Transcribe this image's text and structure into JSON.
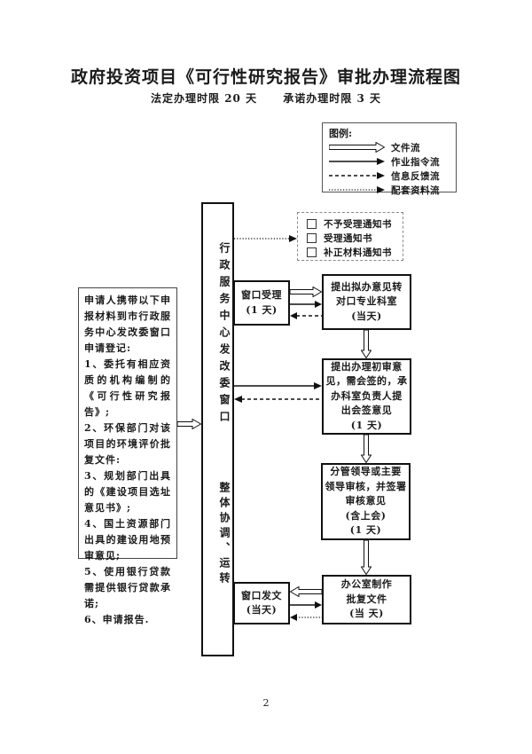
{
  "page": {
    "title": "政府投资项目《可行性研究报告》审批办理流程图",
    "subtitle_left": "法定办理时限 20 天",
    "subtitle_right": "承诺办理时限 3 天",
    "page_number": "2"
  },
  "legend": {
    "title": "图例:",
    "items": [
      {
        "label": "文件流",
        "style": "hollow"
      },
      {
        "label": "作业指令流",
        "style": "solid"
      },
      {
        "label": "信息反馈流",
        "style": "dashed"
      },
      {
        "label": "配套资料流",
        "style": "dotted"
      }
    ]
  },
  "notices": {
    "items": [
      "不予受理通知书",
      "受理通知书",
      "补正材料通知书"
    ]
  },
  "applicant_box": {
    "lines": [
      "申请人携带以下申报材料到市行政服务中心发改委窗口申请登记:",
      "1、委托有相应资质的机构编制的《可行性研究报告》;",
      "2、环保部门对该项目的环境评价批复文件:",
      "3、规划部门出具的《建设项目选址意见书》;",
      "4、国土资源部门出具的建设用地预审意见;",
      "5、使用银行贷款需提供银行贷款承诺;",
      "6、申请报告."
    ]
  },
  "center_bar": {
    "top_label": "行政服务中心发改委窗口",
    "bottom_label": "整体协调、运转"
  },
  "steps": {
    "window_accept": {
      "lines": [
        "窗口受理",
        "(1 天)"
      ]
    },
    "draft_opinion": {
      "lines": [
        "提出拟办意见转",
        "对口专业科室",
        "(当天)"
      ]
    },
    "initial_review": {
      "lines": [
        "提出办理初审意",
        "见，需会签的，承",
        "办科室负责人提",
        "出会签意见",
        "(1 天)"
      ]
    },
    "leader_review": {
      "lines": [
        "分管领导或主要",
        "领导审核，并签署",
        "审核意见",
        "(含上会)",
        "(1 天)"
      ]
    },
    "office_make_doc": {
      "lines": [
        "办公室制作",
        "批复文件",
        "(当 天)"
      ]
    },
    "window_issue": {
      "lines": [
        "窗口发文",
        "(当天)"
      ]
    }
  },
  "colors": {
    "line": "#111111",
    "background": "#ffffff",
    "text": "#1a1a1a"
  }
}
